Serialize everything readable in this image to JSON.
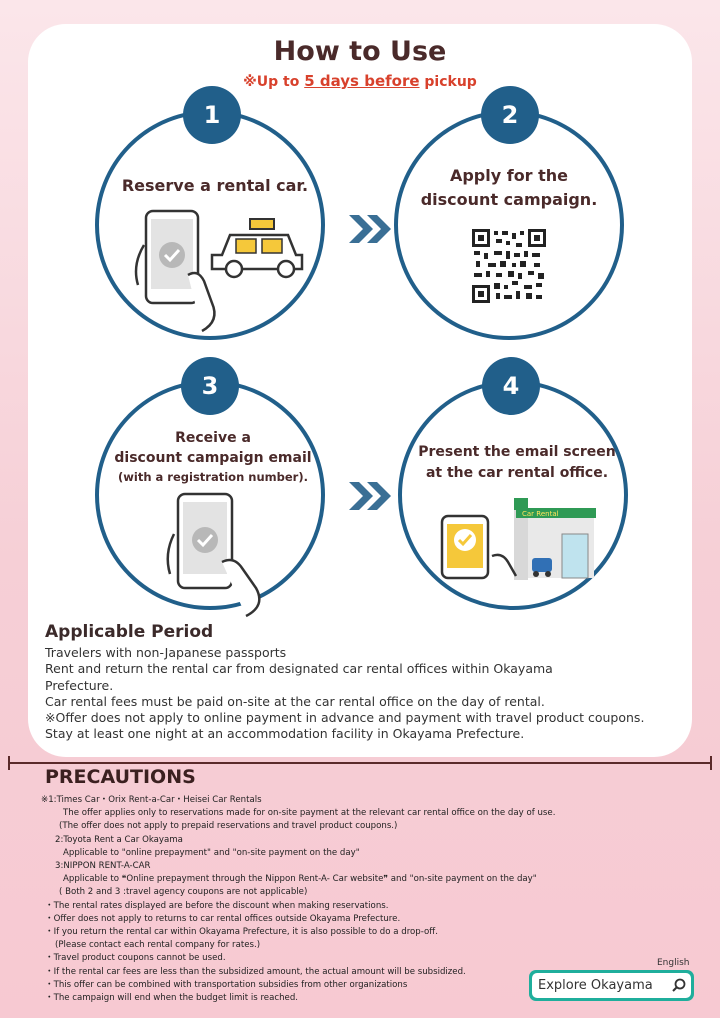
{
  "header": {
    "title": "How to Use",
    "subtitle_prefix": "※Up to ",
    "subtitle_emphasis": "5 days before",
    "subtitle_suffix": " pickup"
  },
  "steps": [
    {
      "number": "1",
      "line1": "Reserve a rental car.",
      "line2": "",
      "line3": ""
    },
    {
      "number": "2",
      "line1": "Apply for the",
      "line2": "discount campaign.",
      "line3": ""
    },
    {
      "number": "3",
      "line1": "Receive a",
      "line2": "discount campaign email",
      "line3": "(with a registration number)."
    },
    {
      "number": "4",
      "line1": "Present the email screen",
      "line2": "at the car rental office.",
      "line3": ""
    }
  ],
  "shop_sign": "Car Rental",
  "period": {
    "title": "Applicable Period",
    "lines": [
      "Travelers with non-Japanese passports",
      "Rent and return the rental car from designated car rental offices within Okayama",
      "Prefecture.",
      "Car rental fees must be paid on-site at the car rental office on the day of rental.",
      "※Offer does not apply to online payment in advance and payment with travel product coupons.",
      "Stay at least one night at an accommodation facility in Okayama Prefecture."
    ]
  },
  "precautions": {
    "title": "PRECAUTIONS",
    "lines": [
      "※1:Times Car・Orix Rent-a-Car・Heisei Car Rentals",
      "The offer applies only to reservations made for on-site payment at the relevant car rental office on the day of use.",
      "(The offer does not apply to prepaid reservations and travel product coupons.)",
      "2:Toyota Rent a Car Okayama",
      "Applicable to \"online prepayment\" and \"on-site payment on the day\"",
      "3:NIPPON RENT-A-CAR",
      "Applicable to ❝Online prepayment through the Nippon Rent-A- Car website❞ and \"on-site payment on the day\"",
      "( Both 2 and 3 :travel agency coupons are not applicable)",
      "・The rental rates displayed are before the discount when making reservations.",
      "・Offer does not apply to returns to car rental offices outside Okayama Prefecture.",
      "・If you return the rental car within Okayama Prefecture, it is also possible to do a drop-off.",
      "(Please contact each rental company for rates.)",
      "・Travel product coupons cannot be used.",
      "・If the rental car fees are less than the subsidized amount, the actual amount will be subsidized.",
      "・This offer can be combined with transportation subsidies from other organizations",
      "・The campaign will end when the budget limit is reached."
    ]
  },
  "footer": {
    "language": "English",
    "search_text": "Explore  Okayama"
  },
  "colors": {
    "primary": "#215f8a",
    "accent": "#d8412c",
    "teal": "#1fae9c",
    "yellow": "#f5c83a"
  }
}
